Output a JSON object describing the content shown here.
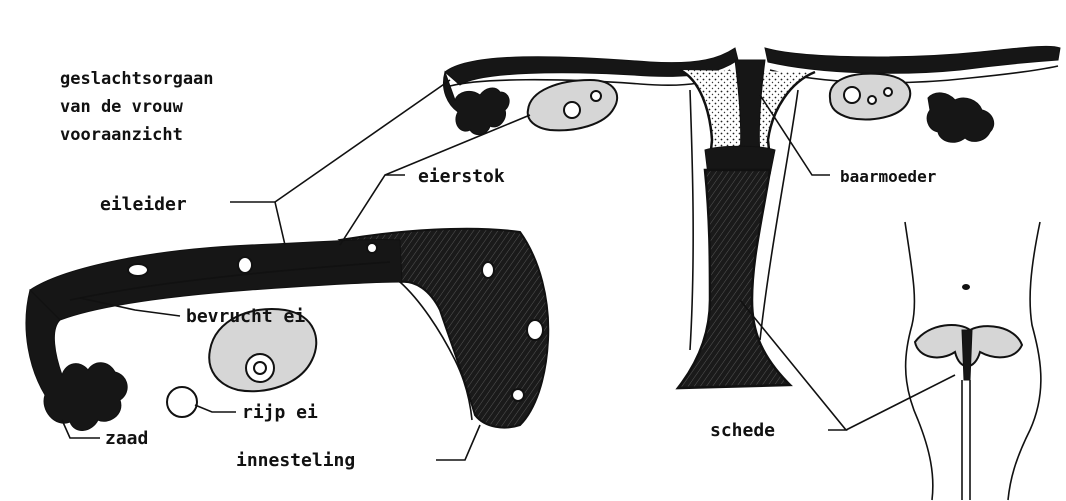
{
  "title_lines": [
    "geslachtsorgaan",
    "van de vrouw",
    "vooraanzicht"
  ],
  "labels": {
    "eileider": "eileider",
    "eierstok": "eierstok",
    "baarmoeder": "baarmoeder",
    "bevrucht_ei": "bevrucht ei",
    "rijp_ei": "rijp ei",
    "zaad": "zaad",
    "innesteling": "innesteling",
    "schede": "schede"
  }
}
